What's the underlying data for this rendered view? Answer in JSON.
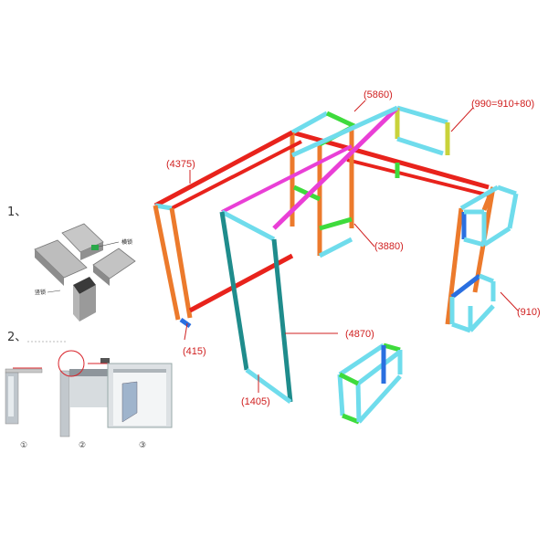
{
  "steps": {
    "step1": "1、",
    "step2": "2、"
  },
  "connector": {
    "label_top": "横锁",
    "label_left": "竖锁"
  },
  "sequence": [
    "①",
    "②",
    "③"
  ],
  "dimensions": {
    "d4375": "(4375)",
    "d5860": "(5860)",
    "d990": "(990=910+80)",
    "d3880": "(3880)",
    "d910": "(910)",
    "d4870": "(4870)",
    "d415": "(415)",
    "d1405": "(1405)"
  },
  "colors": {
    "red": "#e8231c",
    "orange": "#ec7a2c",
    "magenta": "#e93fd6",
    "cyan": "#6fdcec",
    "green": "#3edb3c",
    "teal": "#1f8c8c",
    "blue": "#2a6fe0",
    "yellow": "#c9d23a",
    "label": "#d02020"
  }
}
